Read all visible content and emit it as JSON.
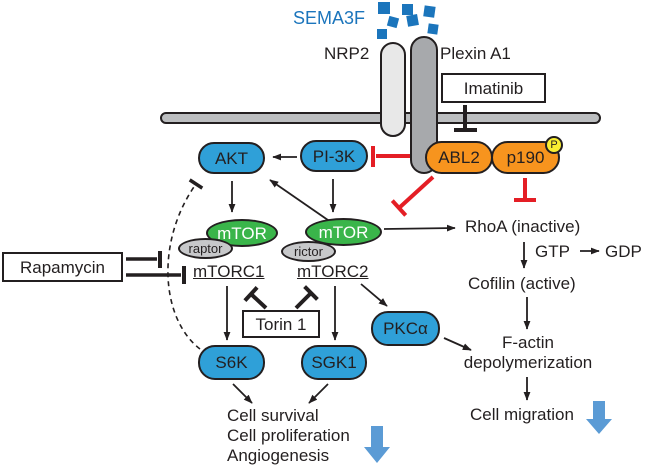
{
  "colors": {
    "node_blue": "#2FA0D8",
    "node_green": "#3AB54A",
    "node_orange": "#F7941E",
    "phospho_yellow": "#F9EE32",
    "accent_red": "#E41E25",
    "sema_blue": "#1B75BC",
    "big_arrow_blue": "#5B9BD5",
    "membrane_gray": "#BCBEC0",
    "nrp2_gray": "#E8E8E8",
    "plexin_gray": "#A7A9AC",
    "outline": "#231F20"
  },
  "ligand": {
    "label": "SEMA3F"
  },
  "receptors": {
    "nrp2_label": "NRP2",
    "plexin_label": "Plexin A1"
  },
  "inhibitors": {
    "imatinib": "Imatinib",
    "rapamycin": "Rapamycin",
    "torin1": "Torin 1"
  },
  "nodes": {
    "abl2": "ABL2",
    "p190": "p190",
    "phospho_badge": "P",
    "akt": "AKT",
    "pi3k": "PI-3K",
    "mtor": "mTOR",
    "raptor": "raptor",
    "rictor": "rictor",
    "mtorc1": "mTORC1",
    "mtorc2": "mTORC2",
    "s6k": "S6K",
    "sgk1": "SGK1",
    "pkca": "PKCα"
  },
  "rho_pathway": {
    "rhoa": "RhoA (inactive)",
    "gtp": "GTP",
    "gdp": "GDP",
    "cofilin": "Cofilin (active)",
    "factin_line1": "F-actin",
    "factin_line2": "depolymerization",
    "cell_migration": "Cell migration"
  },
  "outcomes": [
    "Cell survival",
    "Cell proliferation",
    "Angiogenesis"
  ]
}
